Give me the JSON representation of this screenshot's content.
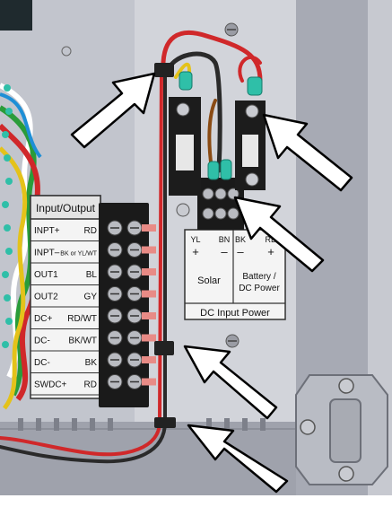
{
  "io_panel": {
    "title": "Input/Output",
    "rows": [
      {
        "name": "INPT+",
        "code": "RD"
      },
      {
        "name": "INPT–",
        "code": "BK or YL/WT"
      },
      {
        "name": "OUT1",
        "code": "BL"
      },
      {
        "name": "OUT2",
        "code": "GY"
      },
      {
        "name": "DC+",
        "code": "RD/WT"
      },
      {
        "name": "DC-",
        "code": "BK/WT"
      },
      {
        "name": "DC-",
        "code": "BK"
      },
      {
        "name": "SWDC+",
        "code": "RD"
      }
    ]
  },
  "dc_panel": {
    "solar_pos": "YL",
    "solar_neg": "BN",
    "batt_neg": "BK",
    "batt_pos": "RD",
    "plus_sign": "+",
    "minus_sign": "–",
    "solar_label": "Solar",
    "battery_line1": "Battery /",
    "battery_line2": "DC Power",
    "title": "DC Input Power"
  },
  "colors": {
    "enclosure": "#a9acb6",
    "back_plate": "#d6d7dd",
    "side_wall": "#b8bbc4",
    "red_wire": "#d0282a",
    "black_wire": "#2a2a2a",
    "yellow_wire": "#e4c21a",
    "brown_wire": "#8a4b14",
    "terminal_cap": "#2fbfa8",
    "arrow_fill": "#ffffff",
    "arrow_stroke": "#000000"
  }
}
